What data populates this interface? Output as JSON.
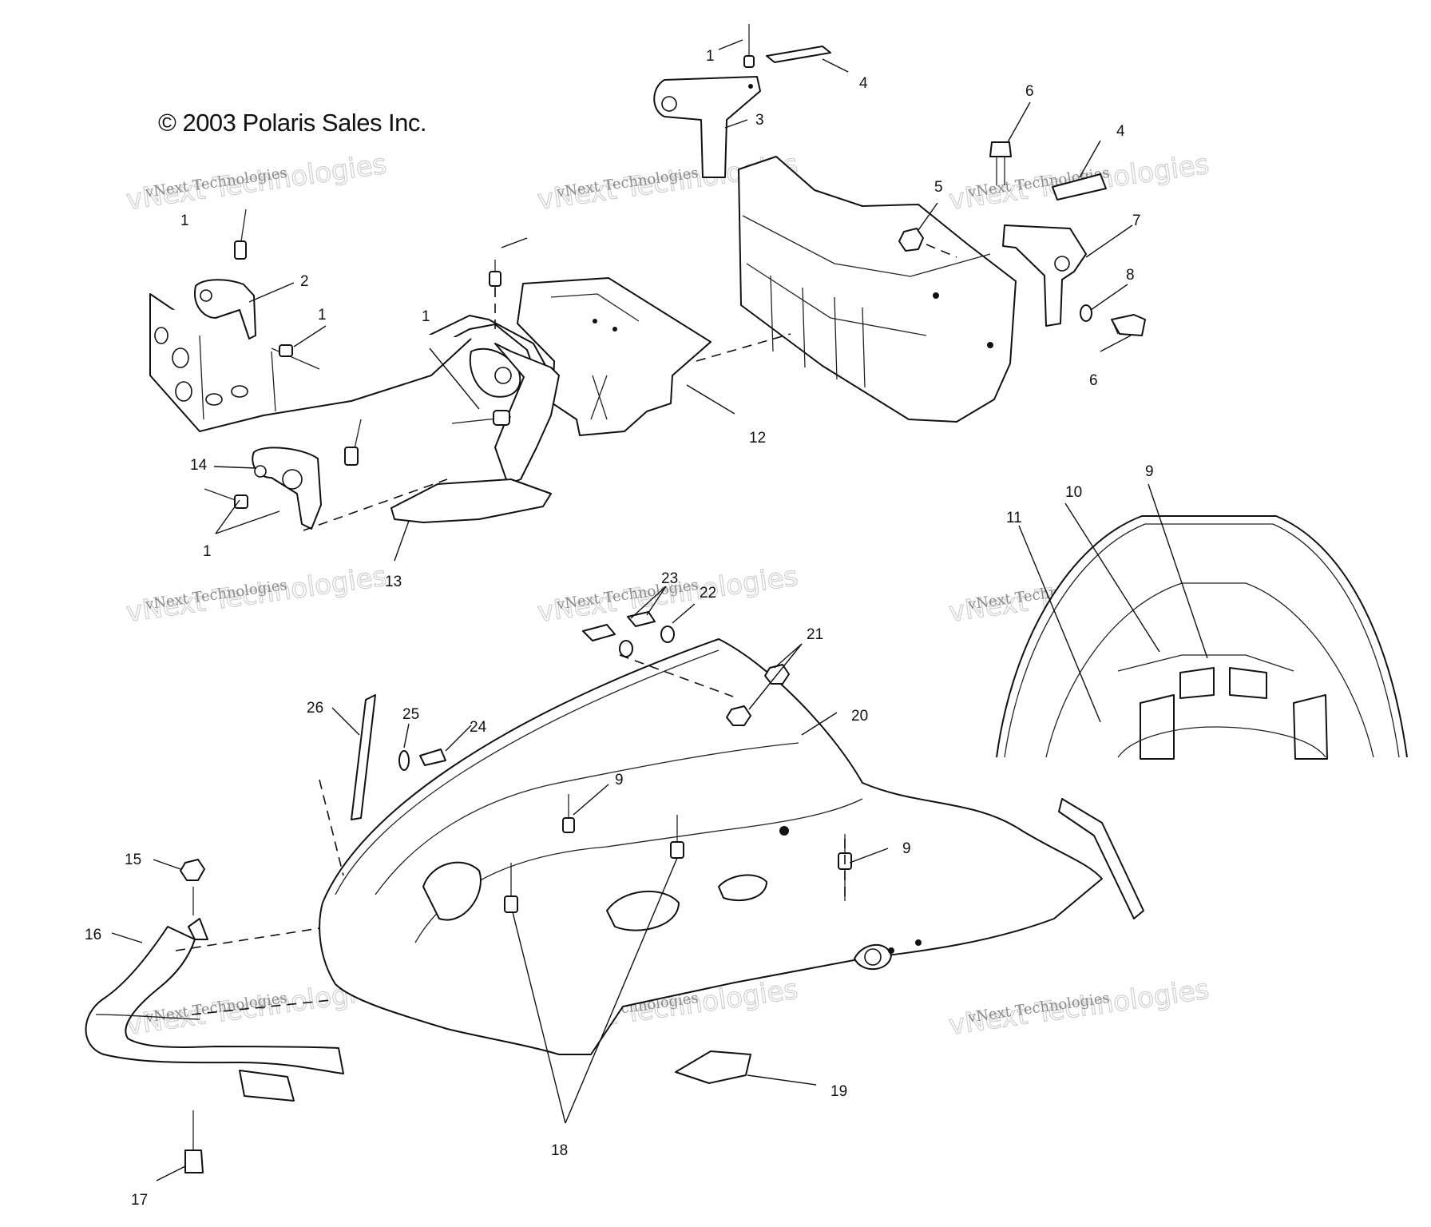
{
  "header": {
    "copyright": "© 2003 Polaris Sales Inc."
  },
  "watermark": {
    "name_small": "vNext Technologies",
    "name_large": "vNext Technologies"
  },
  "callouts": [
    "1",
    "4",
    "3",
    "6",
    "4",
    "5",
    "7",
    "8",
    "6",
    "1",
    "2",
    "1",
    "1",
    "12",
    "14",
    "1",
    "13",
    "9",
    "10",
    "11",
    "23",
    "22",
    "21",
    "26",
    "25",
    "24",
    "20",
    "9",
    "9",
    "15",
    "16",
    "19",
    "18",
    "17"
  ]
}
